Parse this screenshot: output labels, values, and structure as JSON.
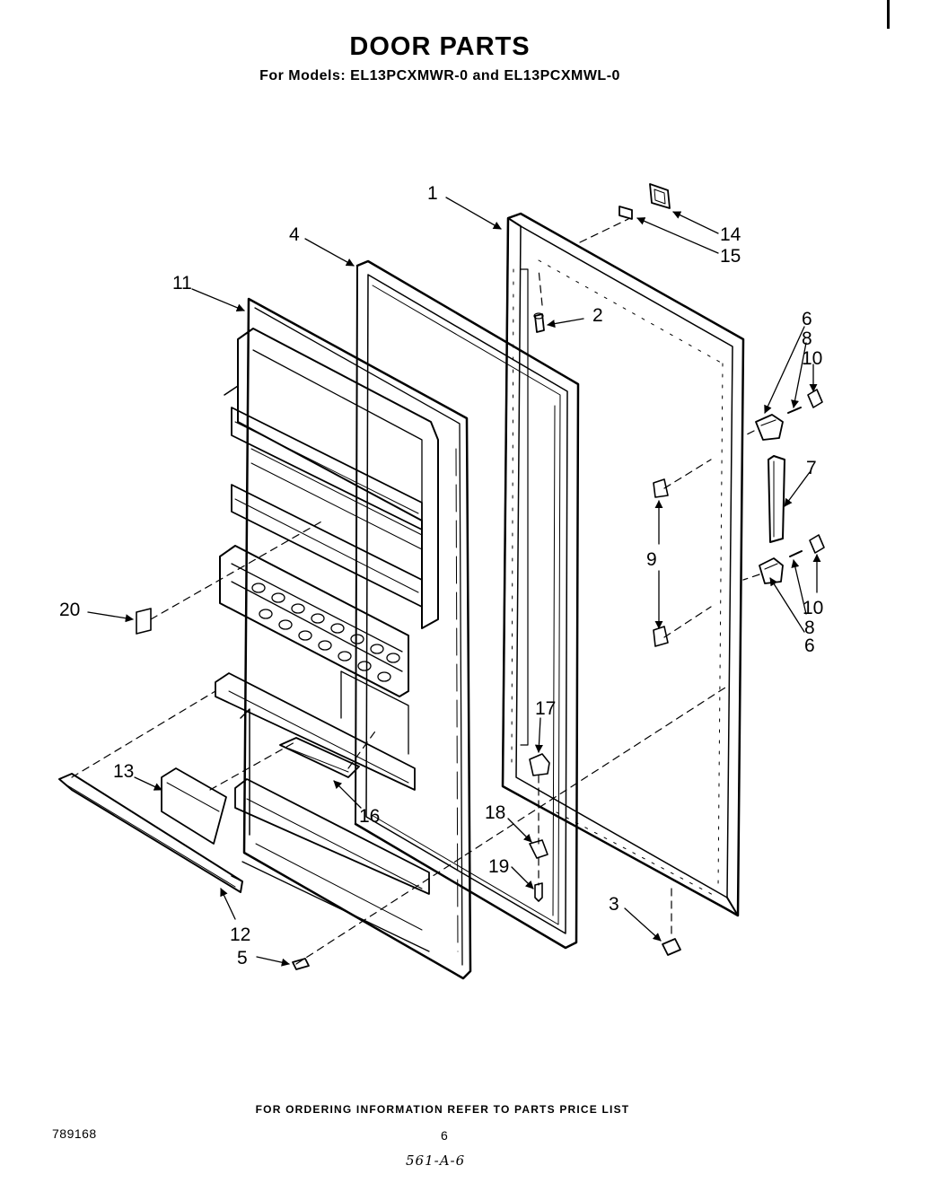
{
  "title": "DOOR PARTS",
  "subtitle": "For Models: EL13PCXMWR-0 and EL13PCXMWL-0",
  "footer": "FOR ORDERING INFORMATION REFER TO PARTS PRICE LIST",
  "doc_number": "789168",
  "page_number": "6",
  "handwritten_note": "561-A-6",
  "callouts": [
    "1",
    "2",
    "3",
    "4",
    "5",
    "6",
    "7",
    "8",
    "9",
    "10",
    "11",
    "12",
    "13",
    "14",
    "15",
    "16",
    "17",
    "18",
    "19",
    "20"
  ],
  "callout_labels": {
    "p1": "1",
    "p2": "2",
    "p3": "3",
    "p4": "4",
    "p5": "5",
    "p6a": "6",
    "p6b": "6",
    "p7": "7",
    "p8a": "8",
    "p8b": "8",
    "p9": "9",
    "p10a": "10",
    "p10b": "10",
    "p11": "11",
    "p12": "12",
    "p13": "13",
    "p14": "14",
    "p15": "15",
    "p16": "16",
    "p17": "17",
    "p18": "18",
    "p19": "19",
    "p20": "20"
  }
}
